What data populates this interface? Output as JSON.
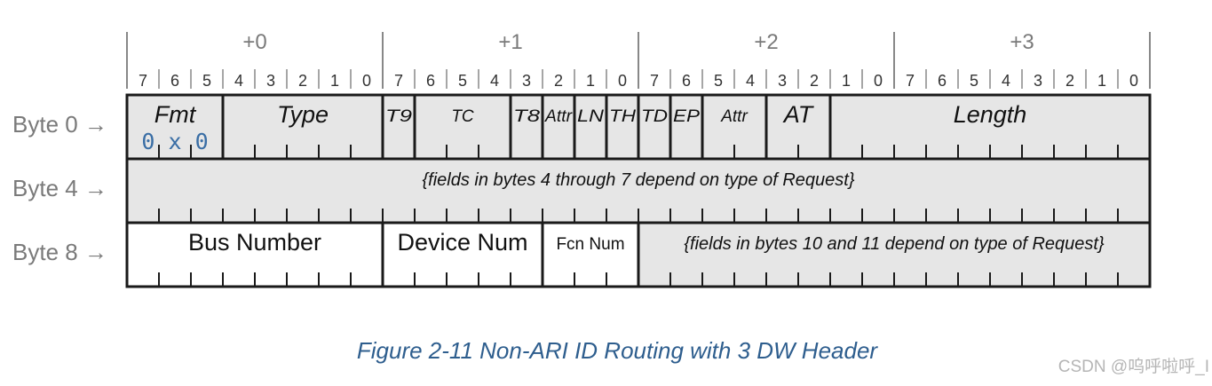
{
  "diagram": {
    "byte_offsets": [
      "+0",
      "+1",
      "+2",
      "+3"
    ],
    "bit_labels": [
      "7",
      "6",
      "5",
      "4",
      "3",
      "2",
      "1",
      "0",
      "7",
      "6",
      "5",
      "4",
      "3",
      "2",
      "1",
      "0",
      "7",
      "6",
      "5",
      "4",
      "3",
      "2",
      "1",
      "0",
      "7",
      "6",
      "5",
      "4",
      "3",
      "2",
      "1",
      "0"
    ],
    "row_labels": [
      "Byte 0 →",
      "Byte 4 →",
      "Byte 8 →"
    ],
    "rows": [
      {
        "fields": [
          {
            "id": "fmt",
            "label": "Fmt",
            "start": 0,
            "width": 3,
            "shaded": true,
            "italic": true,
            "size": "large",
            "sub": "0 x 0"
          },
          {
            "id": "type",
            "label": "Type",
            "start": 3,
            "width": 5,
            "shaded": true,
            "italic": true,
            "size": "large"
          },
          {
            "id": "t9",
            "label": "T9",
            "start": 8,
            "width": 1,
            "shaded": true,
            "italic": true,
            "size": "small"
          },
          {
            "id": "tc",
            "label": "TC",
            "start": 9,
            "width": 3,
            "shaded": true,
            "italic": true,
            "size": "small"
          },
          {
            "id": "t8",
            "label": "T8",
            "start": 12,
            "width": 1,
            "shaded": true,
            "italic": true,
            "size": "small"
          },
          {
            "id": "attr1",
            "label": "Attr",
            "start": 13,
            "width": 1,
            "shaded": true,
            "italic": true,
            "size": "small"
          },
          {
            "id": "ln",
            "label": "LN",
            "start": 14,
            "width": 1,
            "shaded": true,
            "italic": true,
            "size": "small"
          },
          {
            "id": "th",
            "label": "TH",
            "start": 15,
            "width": 1,
            "shaded": true,
            "italic": true,
            "size": "small"
          },
          {
            "id": "td",
            "label": "TD",
            "start": 16,
            "width": 1,
            "shaded": true,
            "italic": true,
            "size": "small"
          },
          {
            "id": "ep",
            "label": "EP",
            "start": 17,
            "width": 1,
            "shaded": true,
            "italic": true,
            "size": "small"
          },
          {
            "id": "attr2",
            "label": "Attr",
            "start": 18,
            "width": 2,
            "shaded": true,
            "italic": true,
            "size": "small"
          },
          {
            "id": "at",
            "label": "AT",
            "start": 20,
            "width": 2,
            "shaded": true,
            "italic": true,
            "size": "large"
          },
          {
            "id": "length",
            "label": "Length",
            "start": 22,
            "width": 10,
            "shaded": true,
            "italic": true,
            "size": "large"
          }
        ]
      },
      {
        "fields": [
          {
            "id": "bytes4to7",
            "label": "{fields in bytes 4 through 7 depend on type of Request}",
            "start": 0,
            "width": 32,
            "shaded": true,
            "italic": true,
            "size": "small"
          }
        ]
      },
      {
        "fields": [
          {
            "id": "bus-number",
            "label": "Bus Number",
            "start": 0,
            "width": 8,
            "shaded": false,
            "italic": false,
            "size": "large"
          },
          {
            "id": "device-num",
            "label": "Device Num",
            "start": 8,
            "width": 5,
            "shaded": false,
            "italic": false,
            "size": "large"
          },
          {
            "id": "fcn-num",
            "label": "Fcn Num",
            "start": 13,
            "width": 3,
            "shaded": false,
            "italic": false,
            "size": "small"
          },
          {
            "id": "bytes10and11",
            "label": "{fields in bytes 10 and 11 depend on type of Request}",
            "start": 16,
            "width": 16,
            "shaded": true,
            "italic": true,
            "size": "small"
          }
        ]
      }
    ]
  },
  "caption": "Figure  2-11  Non-ARI ID Routing with 3 DW Header",
  "watermark": "CSDN @呜呼啦呼_I",
  "colors": {
    "shade": "#e6e6e6",
    "line": "#1a1a1a",
    "label_gray": "#7a7a7a",
    "caption_blue": "#2e5e8e",
    "mono_blue": "#3a6ea5",
    "watermark": "#b5b5b5"
  }
}
